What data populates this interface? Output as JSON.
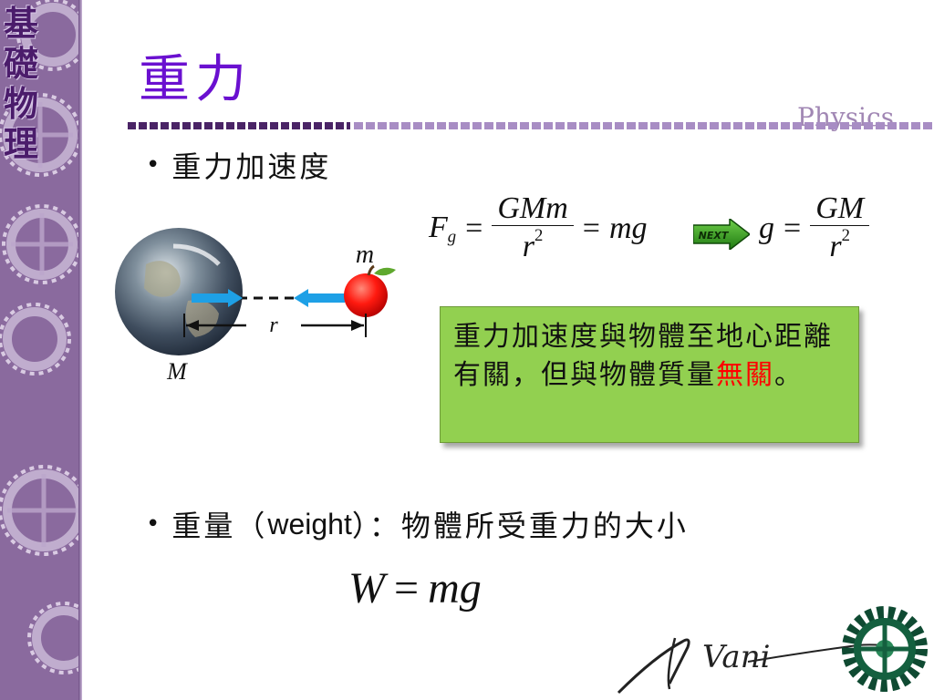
{
  "sidebar": {
    "title_chars": [
      "基",
      "礎",
      "物",
      "理"
    ]
  },
  "header": {
    "title": "重力",
    "watermark": "Physics"
  },
  "bullets": {
    "gravity_accel": "重力加速度",
    "weight_prefix": "重量（",
    "weight_word": "weight",
    "weight_suffix": "）：物體所受重力的大小"
  },
  "formula": {
    "F": "F",
    "g_sub": "g",
    "eq": "=",
    "numerator": "GMm",
    "r": "r",
    "exp": "2",
    "mg": "mg",
    "g": "g",
    "numerator2": "GM"
  },
  "next_button": {
    "label": "NEXT"
  },
  "diagram": {
    "mass_small": "m",
    "mass_big": "M",
    "distance": "r"
  },
  "note": {
    "text": "重力加速度與物體至地心距離有關，但與物體質量",
    "highlight": "無關",
    "end": "。"
  },
  "weight_formula": {
    "W": "W",
    "eq": "=",
    "mg": "mg"
  },
  "signature": {
    "text": "Vani"
  },
  "colors": {
    "accent": "#6a10d0",
    "sidebar": "#8a6a9e",
    "note_bg": "#92d050",
    "highlight": "#ff0000"
  }
}
